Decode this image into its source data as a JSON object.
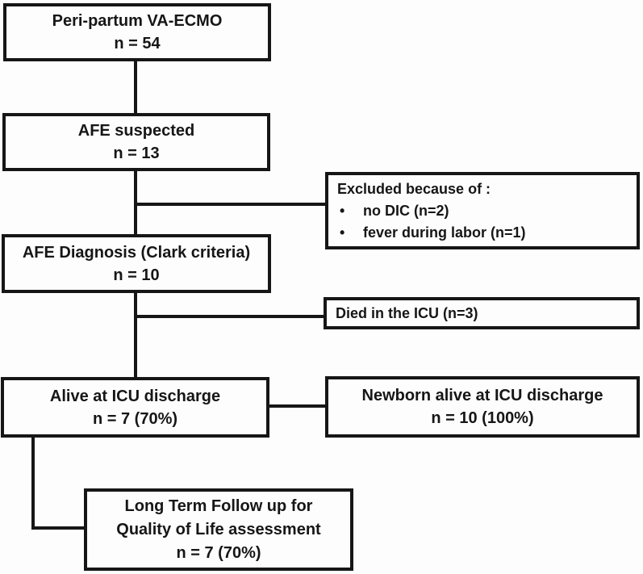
{
  "diagram": {
    "type": "flowchart",
    "bullet_glyph": "•",
    "colors": {
      "line": "#161616",
      "text": "#161616",
      "box_background": "#fdfdfd",
      "page_background": "#fdfdfd"
    },
    "nodes": {
      "ecmo": {
        "line1": "Peri-partum VA-ECMO",
        "line2": "n = 54"
      },
      "suspected": {
        "line1": "AFE suspected",
        "line2": "n = 13"
      },
      "excluded": {
        "header": "Excluded because of :",
        "items": [
          "no DIC (n=2)",
          "fever during labor (n=1)"
        ]
      },
      "diagnosis": {
        "line1": "AFE Diagnosis (Clark criteria)",
        "line2": "n = 10"
      },
      "died": {
        "line1": "Died in the ICU (n=3)"
      },
      "alive": {
        "line1": "Alive at ICU discharge",
        "line2": "n = 7 (70%)"
      },
      "newborn": {
        "line1": "Newborn alive at ICU discharge",
        "line2": "n = 10 (100%)"
      },
      "longterm": {
        "line1": "Long Term Follow up for",
        "line2": "Quality of Life assessment",
        "line3": "n = 7 (70%)"
      }
    },
    "edges": [
      "ecmo -> suspected",
      "suspected -> diagnosis",
      "suspected/diagnosis branch -> excluded",
      "diagnosis -> alive",
      "diagnosis/alive branch -> died",
      "alive -> newborn",
      "alive -> longterm"
    ]
  }
}
